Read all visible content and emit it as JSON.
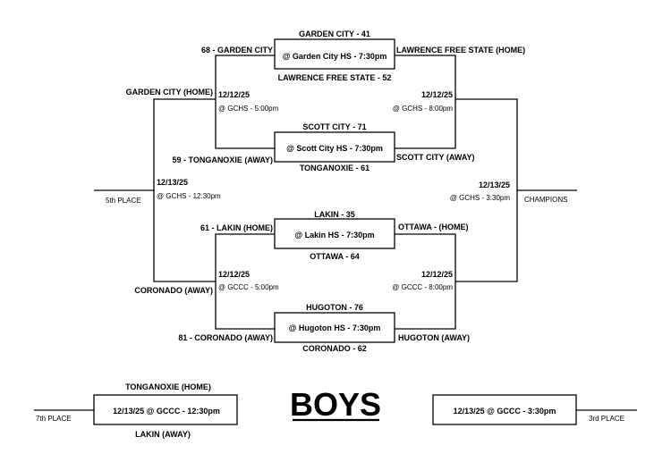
{
  "title": "BOYS",
  "colors": {
    "line": "#000000",
    "background": "#ffffff"
  },
  "games": [
    {
      "location": "@ Garden City HS  -  7:30pm",
      "top_result": "GARDEN CITY - 41",
      "bottom_result": "LAWRENCE FREE STATE - 52",
      "left_team": "68 - GARDEN CITY",
      "right_team": "LAWRENCE FREE STATE (HOME)"
    },
    {
      "location": "@ Scott City HS  -  7:30pm",
      "top_result": "SCOTT CITY - 71",
      "bottom_result": "TONGANOXIE - 61",
      "left_team": "59 - TONGANOXIE (AWAY)",
      "right_team": "SCOTT CITY (AWAY)"
    },
    {
      "location": "@ Lakin HS  -  7:30pm",
      "top_result": "LAKIN - 35",
      "bottom_result": "OTTAWA - 64",
      "left_team": "61 - LAKIN (HOME)",
      "right_team": "OTTAWA - (HOME)"
    },
    {
      "location": "@ Hugoton HS  -  7:30pm",
      "top_result": "HUGOTON - 76",
      "bottom_result": "CORONADO - 62",
      "left_team": "81 - CORONADO (AWAY)",
      "right_team": "HUGOTON (AWAY)"
    }
  ],
  "left_semis": [
    {
      "date": "12/12/25",
      "time": "@ GCHS  -  5:00pm",
      "outer_team": "GARDEN CITY (HOME)"
    },
    {
      "date": "12/12/25",
      "time": "@ GCCC  -  5:00pm",
      "outer_team": "CORONADO (AWAY)"
    }
  ],
  "right_semis": [
    {
      "date": "12/12/25",
      "time": "@ GCHS  -  8:00pm"
    },
    {
      "date": "12/12/25",
      "time": "@ GCCC  -  8:00pm"
    }
  ],
  "fifth_place": {
    "label": "5th PLACE",
    "date": "12/13/25",
    "time": "@ GCHS  -  12:30pm"
  },
  "championship": {
    "label": "CHAMPIONS",
    "date": "12/13/25",
    "time": "@ GCHS  -  3:30pm"
  },
  "seventh_place": {
    "label": "7th PLACE",
    "game": "12/13/25 @ GCCC -  12:30pm",
    "top_team": "TONGANOXIE (HOME)",
    "bottom_team": "LAKIN (AWAY)"
  },
  "third_place": {
    "label": "3rd PLACE",
    "game": "12/13/25 @ GCCC -  3:30pm"
  }
}
